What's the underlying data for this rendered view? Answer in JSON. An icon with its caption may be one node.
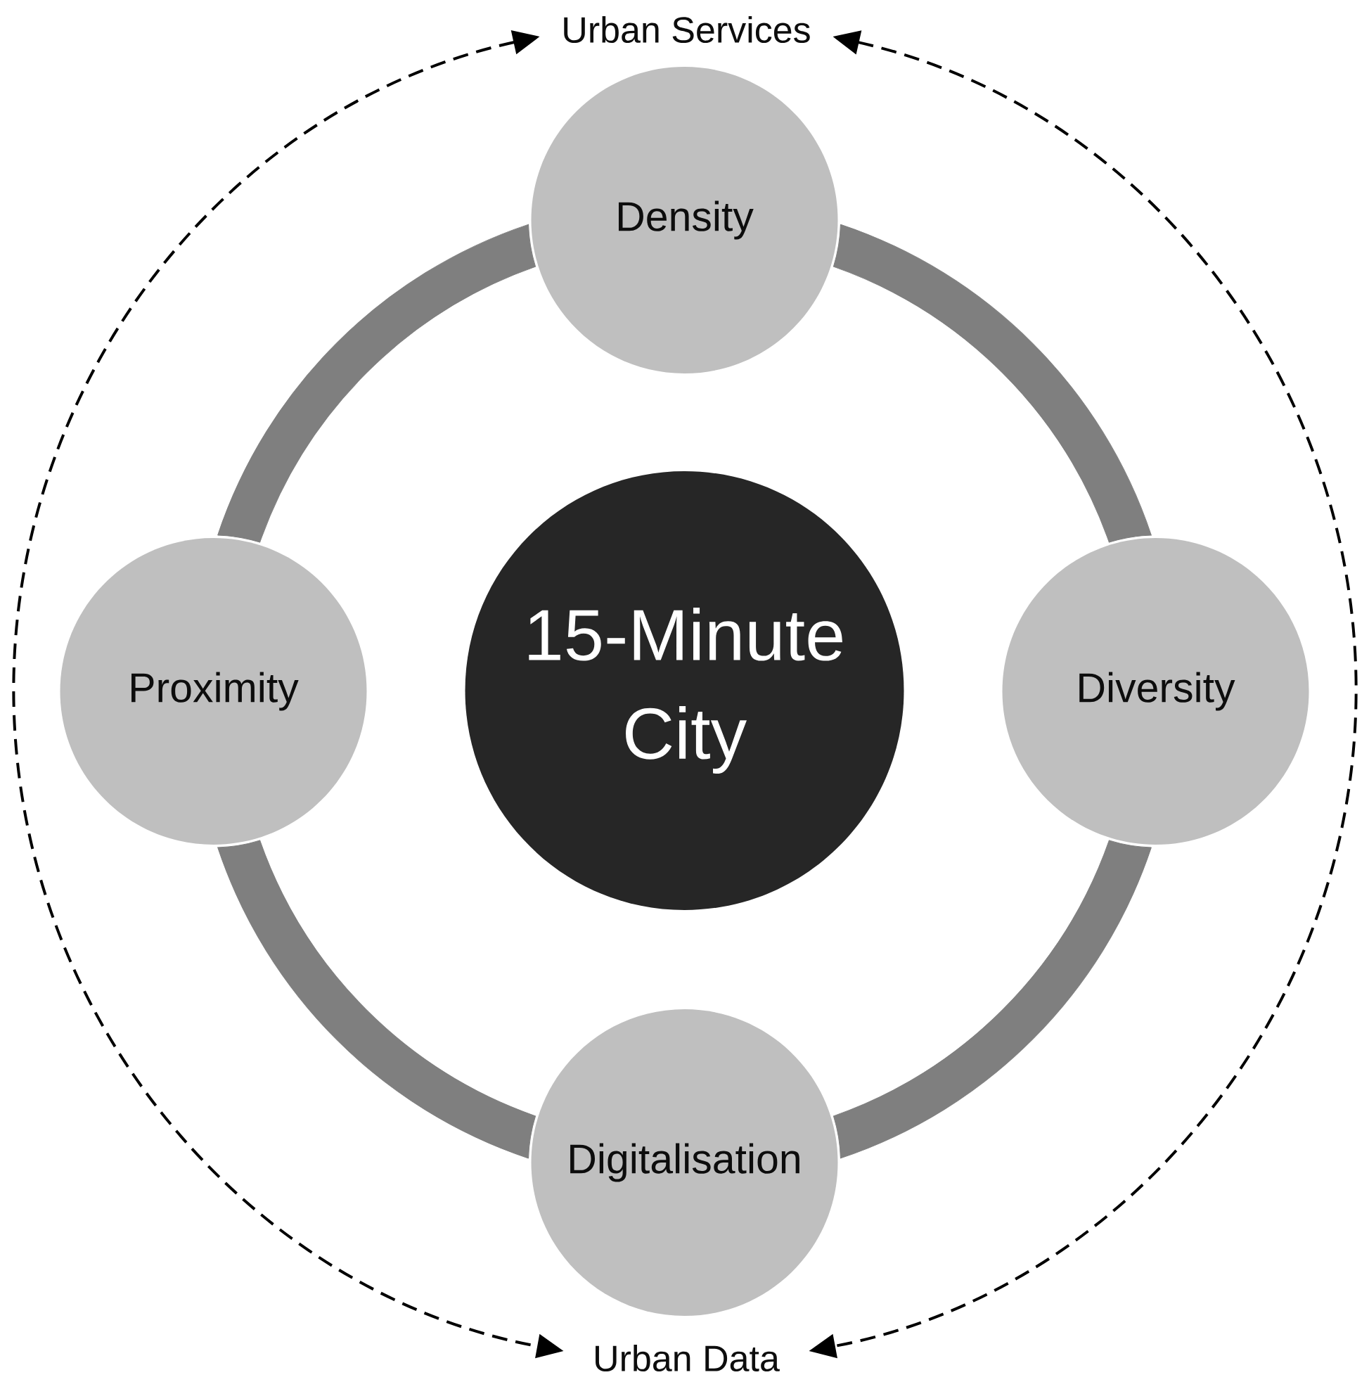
{
  "diagram": {
    "nodes": [
      {
        "text": [
          "Urban Services"
        ]
      },
      {
        "text": [
          "Density"
        ]
      },
      {
        "text": [
          "Proximity"
        ]
      },
      {
        "text": [
          "15-Minute City"
        ]
      },
      {
        "text": [
          "Diversity"
        ]
      },
      {
        "text": [
          "Digitalisation"
        ]
      },
      {
        "text": [
          "Urban Data"
        ]
      }
    ],
    "edges": [
      {
        "from": 1,
        "to": 4,
        "arrow": "none"
      },
      {
        "from": 4,
        "to": 5,
        "arrow": "none"
      },
      {
        "from": 5,
        "to": 2,
        "arrow": "none"
      },
      {
        "from": 2,
        "to": 1,
        "arrow": "none"
      },
      {
        "from": 0,
        "to": 6,
        "arrow": "both",
        "style": "dashed",
        "color": "#000000"
      },
      {
        "from": 0,
        "to": 6,
        "arrow": "both",
        "style": "dashed",
        "color": "#000000"
      }
    ]
  }
}
